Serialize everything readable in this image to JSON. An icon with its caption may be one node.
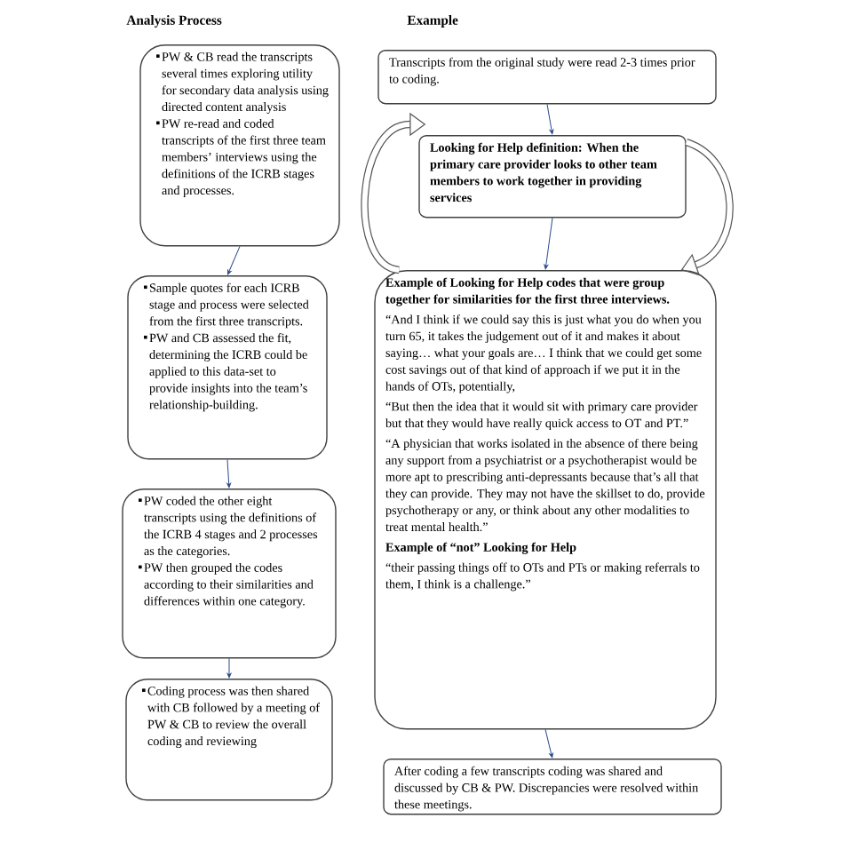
{
  "diagram": {
    "nodes": [
      {
        "text": [
          "PW & CB read the transcripts several times exploring utility for secondary data analysis using directed content analysis",
          "PW re-read and coded transcripts of the first three team members’ interviews using the definitions of the ICRB stages and processes."
        ]
      },
      {
        "text": [
          "Sample quotes for each ICRB stage and process were selected from the first three transcripts.",
          "PW and CB assessed the fit, determining the ICRB could be applied to this data-set to provide insights into the team’s relationship-building."
        ]
      },
      {
        "text": [
          "PW coded the other eight transcripts using the definitions of the ICRB 4 stages and 2 processes as the categories.",
          "PW then grouped the codes according to their similarities and differences within one category."
        ]
      },
      {
        "text": [
          "Coding process was then shared with CB followed by a meeting of PW & CB to review the overall coding and reviewing"
        ]
      },
      {
        "text": [
          "Transcripts from the original study were read 2-3 times prior to coding."
        ]
      },
      {
        "text": [
          "Looking for Help definition: When the primary care provider looks to other team members to work together in providing services"
        ]
      },
      {
        "text": [
          "Example of Looking for Help codes that were group together for similarities for the first three interviews.",
          "“And I think if we could say this is just what you do when you turn 65, it takes the judgement out of it and makes it about saying… what your goals are… I think that we could get some cost savings out of that kind of approach if we put it in the hands of OTs, potentially,",
          "“But then the idea that it would sit with primary care provider but that they would have really quick access to OT and PT.”",
          "“A physician that works isolated in the absence of there being any support from a psychiatrist or a psychotherapist would be more apt to prescribing anti-depressants because that’s all that they can provide. They may not have the skillset to do, provide psychotherapy or any, or think about any other modalities to treat mental health.”",
          "Example of “not” Looking for Help",
          "“their passing things off to OTs and PTs or making referrals to them, I think is a challenge.”"
        ]
      },
      {
        "text": [
          "After coding a few transcripts coding was shared and discussed by CB & PW. Discrepancies were resolved within these meetings."
        ]
      }
    ],
    "edges": [
      {
        "from": 0,
        "to": 1,
        "arrow": "to"
      },
      {
        "from": 1,
        "to": 2,
        "arrow": "to"
      },
      {
        "from": 2,
        "to": 3,
        "arrow": "to"
      },
      {
        "from": 4,
        "to": 5,
        "arrow": "to"
      },
      {
        "from": 5,
        "to": 6,
        "arrow": "to"
      },
      {
        "from": 6,
        "to": 7,
        "arrow": "to"
      },
      {
        "from": 6,
        "to": 5,
        "arrow": "to",
        "style": "thick",
        "color": "#555555"
      },
      {
        "from": 5,
        "to": 6,
        "arrow": "to",
        "style": "thick",
        "color": "#555555"
      }
    ],
    "labels": [
      "Analysis Process",
      "Example"
    ]
  }
}
